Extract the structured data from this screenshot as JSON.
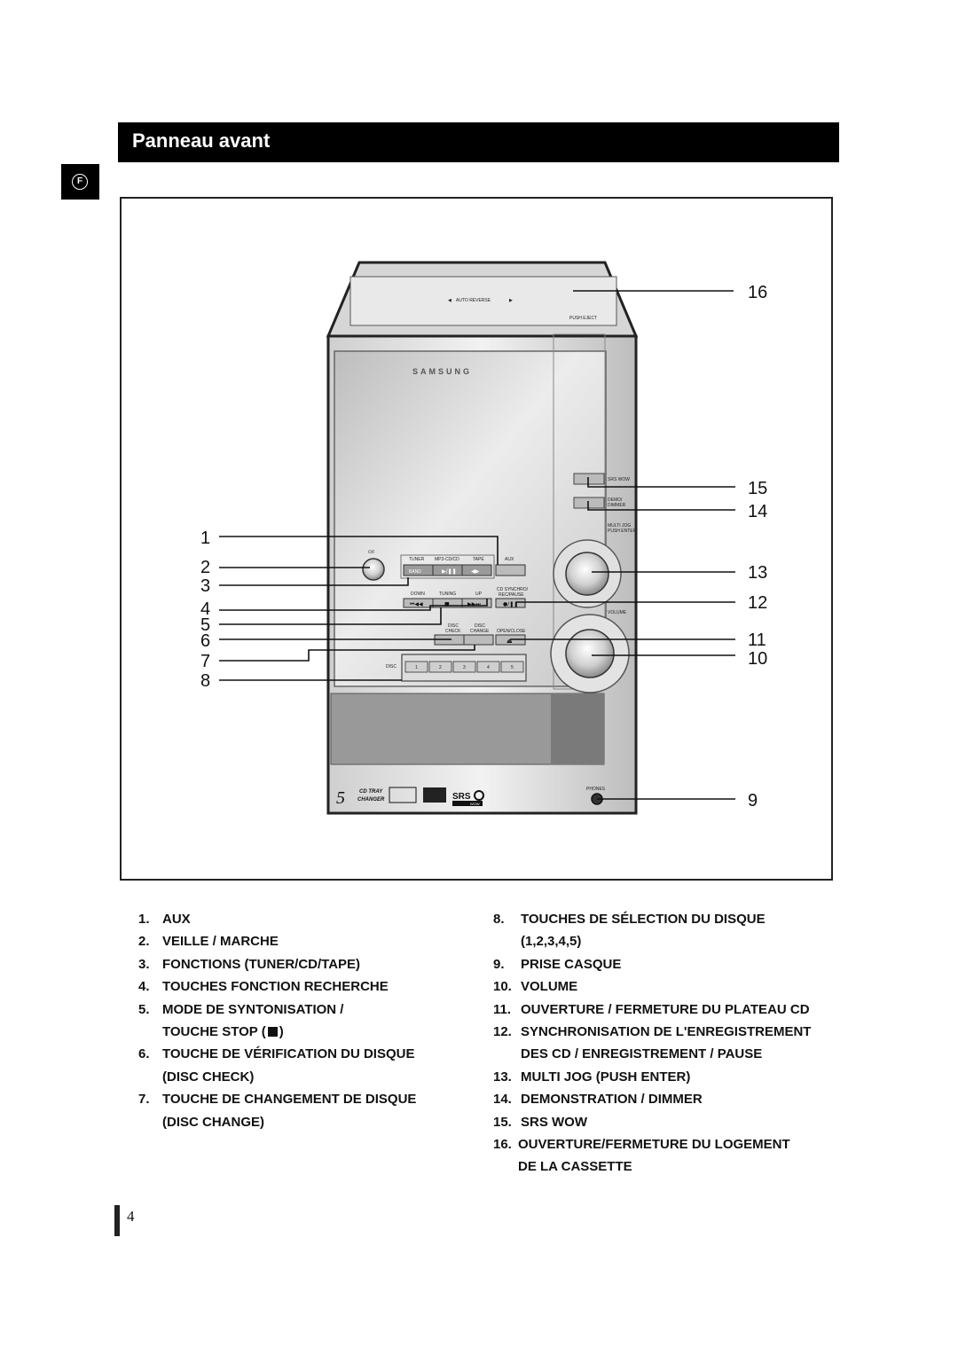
{
  "header": {
    "title": "Panneau avant"
  },
  "language_tab": {
    "letter": "F"
  },
  "device_labels": {
    "brand": "SAMSUNG",
    "auto_reverse": "AUTO REVERSE",
    "push_eject": "PUSH EJECT",
    "srs_wow": "SRS WOW",
    "demo_dimmer_1": "DEMO/",
    "demo_dimmer_2": "DIMMER",
    "multi_jog_1": "MULTI JOG",
    "multi_jog_2": "PUSH ENTER",
    "volume": "VOLUME",
    "tuner": "TUNER",
    "mp3_cd": "MP3-CD/CD",
    "tape": "TAPE",
    "aux": "AUX",
    "band": "BAND",
    "down": "DOWN",
    "tuning": "TUNING",
    "up": "UP",
    "cd_synchro_1": "CD SYNCHRO/",
    "cd_synchro_2": "REC/PAUSE",
    "disc_check_1": "DISC",
    "disc_check_2": "CHECK",
    "disc_change_1": "DISC",
    "disc_change_2": "CHANGE",
    "open_close": "OPEN/CLOSE",
    "disc": "DISC",
    "disc_buttons": [
      "1",
      "2",
      "3",
      "4",
      "5"
    ],
    "phones": "PHONES",
    "cd_tray": "CD TRAY",
    "changer": "CHANGER",
    "five": "5",
    "srs_logo": "SRS",
    "wow_logo": "WOW"
  },
  "callouts_left": [
    "1",
    "2",
    "3",
    "4",
    "5",
    "6",
    "7",
    "8"
  ],
  "callouts_right": [
    "16",
    "15",
    "14",
    "13",
    "12",
    "11",
    "10",
    "9"
  ],
  "legend_left": [
    {
      "num": "1.",
      "lines": [
        "AUX"
      ]
    },
    {
      "num": "2.",
      "lines": [
        "VEILLE / MARCHE"
      ]
    },
    {
      "num": "3.",
      "lines": [
        "FONCTIONS (TUNER/CD/TAPE)"
      ]
    },
    {
      "num": "4.",
      "lines": [
        "TOUCHES FONCTION RECHERCHE"
      ]
    },
    {
      "num": "5.",
      "lines": [
        "MODE DE SYNTONISATION /",
        "TOUCHE STOP  (",
        ")"
      ]
    },
    {
      "num": "6.",
      "lines": [
        "TOUCHE DE VÉRIFICATION DU DISQUE",
        "(DISC CHECK)"
      ]
    },
    {
      "num": "7.",
      "lines": [
        "TOUCHE DE CHANGEMENT DE DISQUE",
        "(DISC CHANGE)"
      ]
    }
  ],
  "legend_right": [
    {
      "num": "8.",
      "lines": [
        "TOUCHES DE SÉLECTION DU DISQUE",
        "(1,2,3,4,5)"
      ]
    },
    {
      "num": "9.",
      "lines": [
        "PRISE CASQUE"
      ]
    },
    {
      "num": "10.",
      "lines": [
        "VOLUME"
      ]
    },
    {
      "num": "11.",
      "lines": [
        "OUVERTURE / FERMETURE DU PLATEAU CD"
      ]
    },
    {
      "num": "12.",
      "lines": [
        "SYNCHRONISATION DE L'ENREGISTREMENT",
        "DES CD / ENREGISTREMENT / PAUSE"
      ]
    },
    {
      "num": "13.",
      "lines": [
        "MULTI JOG (PUSH ENTER)"
      ]
    },
    {
      "num": "14.",
      "lines": [
        "DEMONSTRATION / DIMMER"
      ]
    },
    {
      "num": "15.",
      "lines": [
        "SRS WOW"
      ]
    },
    {
      "num": "16.",
      "lines": [
        "OUVERTURE/FERMETURE DU LOGEMENT",
        "DE LA CASSETTE"
      ]
    }
  ],
  "page_number": "4"
}
